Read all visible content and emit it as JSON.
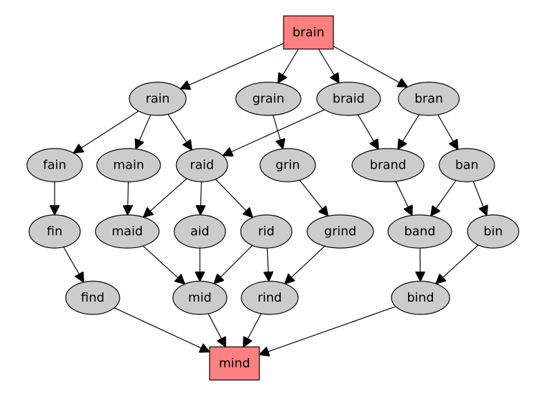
{
  "colors": {
    "ellipse_fill": "#cccccc",
    "box_fill": "#ff8080",
    "stroke": "#000000",
    "background": "#ffffff"
  },
  "nodes": [
    {
      "id": "brain",
      "label": "brain",
      "shape": "box"
    },
    {
      "id": "rain",
      "label": "rain",
      "shape": "ellipse"
    },
    {
      "id": "grain",
      "label": "grain",
      "shape": "ellipse"
    },
    {
      "id": "braid",
      "label": "braid",
      "shape": "ellipse"
    },
    {
      "id": "bran",
      "label": "bran",
      "shape": "ellipse"
    },
    {
      "id": "fain",
      "label": "fain",
      "shape": "ellipse"
    },
    {
      "id": "main",
      "label": "main",
      "shape": "ellipse"
    },
    {
      "id": "raid",
      "label": "raid",
      "shape": "ellipse"
    },
    {
      "id": "grin",
      "label": "grin",
      "shape": "ellipse"
    },
    {
      "id": "brand",
      "label": "brand",
      "shape": "ellipse"
    },
    {
      "id": "ban",
      "label": "ban",
      "shape": "ellipse"
    },
    {
      "id": "fin",
      "label": "fin",
      "shape": "ellipse"
    },
    {
      "id": "maid",
      "label": "maid",
      "shape": "ellipse"
    },
    {
      "id": "aid",
      "label": "aid",
      "shape": "ellipse"
    },
    {
      "id": "rid",
      "label": "rid",
      "shape": "ellipse"
    },
    {
      "id": "grind",
      "label": "grind",
      "shape": "ellipse"
    },
    {
      "id": "band",
      "label": "band",
      "shape": "ellipse"
    },
    {
      "id": "bin",
      "label": "bin",
      "shape": "ellipse"
    },
    {
      "id": "find",
      "label": "find",
      "shape": "ellipse"
    },
    {
      "id": "mid",
      "label": "mid",
      "shape": "ellipse"
    },
    {
      "id": "rind",
      "label": "rind",
      "shape": "ellipse"
    },
    {
      "id": "bind",
      "label": "bind",
      "shape": "ellipse"
    },
    {
      "id": "mind",
      "label": "mind",
      "shape": "box"
    }
  ],
  "edges": [
    [
      "brain",
      "rain"
    ],
    [
      "brain",
      "grain"
    ],
    [
      "brain",
      "braid"
    ],
    [
      "brain",
      "bran"
    ],
    [
      "rain",
      "fain"
    ],
    [
      "rain",
      "main"
    ],
    [
      "rain",
      "raid"
    ],
    [
      "braid",
      "raid"
    ],
    [
      "braid",
      "brand"
    ],
    [
      "grain",
      "grin"
    ],
    [
      "bran",
      "brand"
    ],
    [
      "bran",
      "ban"
    ],
    [
      "fain",
      "fin"
    ],
    [
      "main",
      "maid"
    ],
    [
      "raid",
      "maid"
    ],
    [
      "raid",
      "aid"
    ],
    [
      "raid",
      "rid"
    ],
    [
      "grin",
      "grind"
    ],
    [
      "brand",
      "band"
    ],
    [
      "ban",
      "band"
    ],
    [
      "ban",
      "bin"
    ],
    [
      "fin",
      "find"
    ],
    [
      "maid",
      "mid"
    ],
    [
      "aid",
      "mid"
    ],
    [
      "rid",
      "mid"
    ],
    [
      "rid",
      "rind"
    ],
    [
      "grind",
      "rind"
    ],
    [
      "band",
      "bind"
    ],
    [
      "bin",
      "bind"
    ],
    [
      "find",
      "mind"
    ],
    [
      "mid",
      "mind"
    ],
    [
      "rind",
      "mind"
    ],
    [
      "bind",
      "mind"
    ]
  ]
}
